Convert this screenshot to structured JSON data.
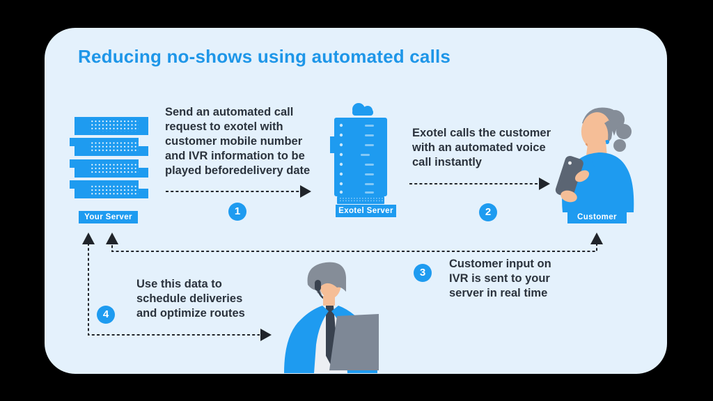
{
  "colors": {
    "page-bg": "#000000",
    "card-bg": "#E4F1FC",
    "accent-blue": "#1E9BF0",
    "title-blue": "#1E96E8",
    "text-dark": "#2B333D",
    "arrow-dark": "#20242A",
    "skin": "#F5BE97",
    "hair-gray": "#858D98",
    "device-gray": "#5B6573",
    "laptop-gray": "#7E8896",
    "dark-navy": "#39424F",
    "shirt-gray": "#ECEFF3",
    "label-text": "#FFFFFF"
  },
  "title": "Reducing no-shows using automated calls",
  "nodes": {
    "your_server": {
      "label": "Your Server"
    },
    "exotel_server": {
      "label": "Exotel Server"
    },
    "customer": {
      "label": "Customer"
    }
  },
  "steps": [
    {
      "number": "1",
      "text": "Send an automated call\nrequest to exotel with\ncustomer mobile number\nand IVR information to be\nplayed beforedelivery date"
    },
    {
      "number": "2",
      "text": "Exotel calls the customer\nwith an automated voice\ncall instantly"
    },
    {
      "number": "3",
      "text": "Customer input on\nIVR is sent to your\nserver in real time"
    },
    {
      "number": "4",
      "text": "Use this data to\nschedule deliveries\nand optimize routes"
    }
  ]
}
